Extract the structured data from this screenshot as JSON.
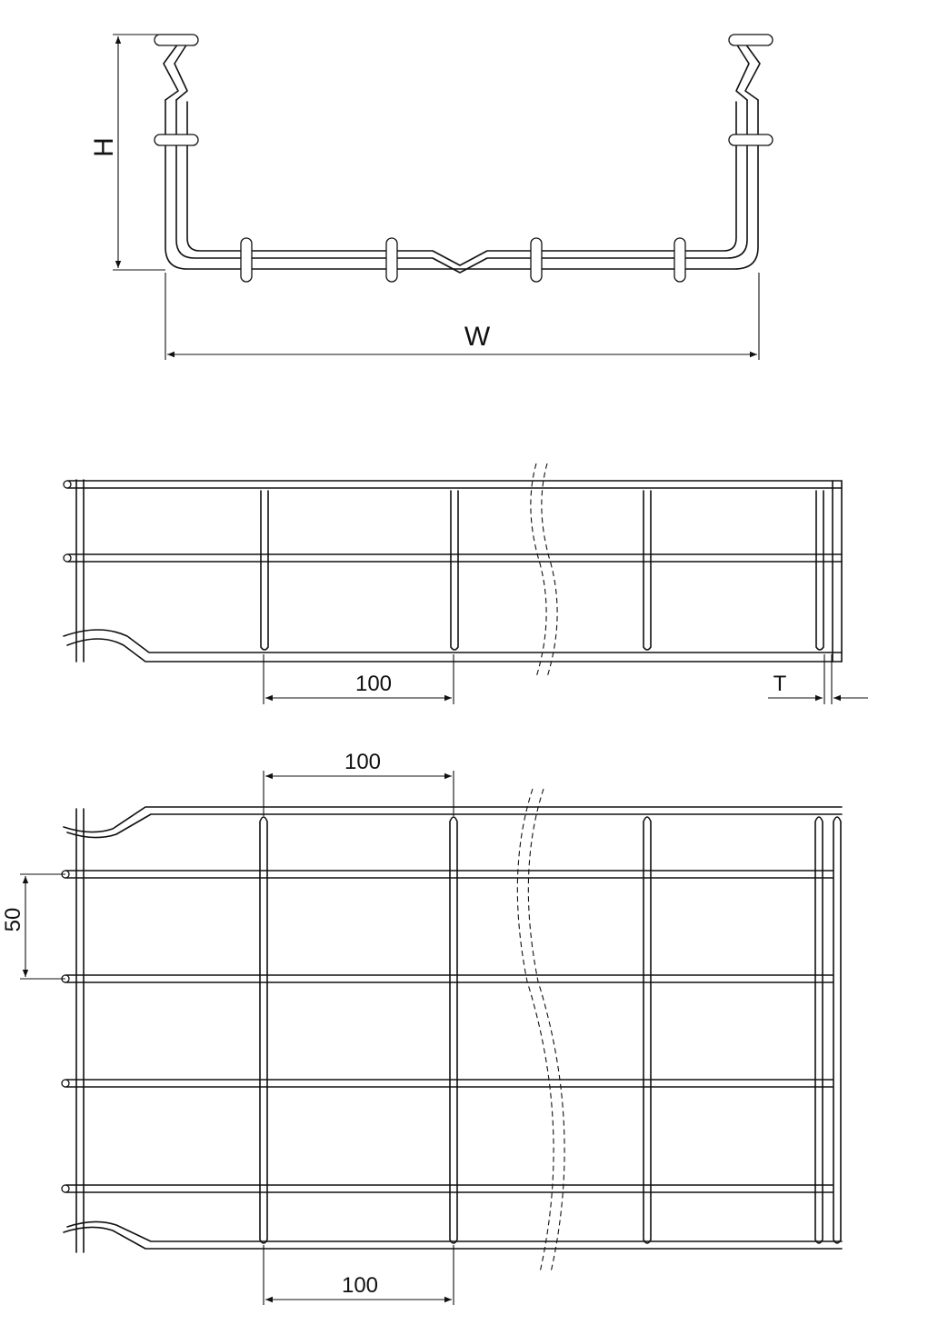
{
  "cross_section": {
    "height_label": "H",
    "width_label": "W"
  },
  "side_view": {
    "spacing_label": "100",
    "thickness_label": "T"
  },
  "top_view": {
    "spacing_top_label": "100",
    "spacing_bottom_label": "100",
    "row_spacing_label": "50"
  }
}
